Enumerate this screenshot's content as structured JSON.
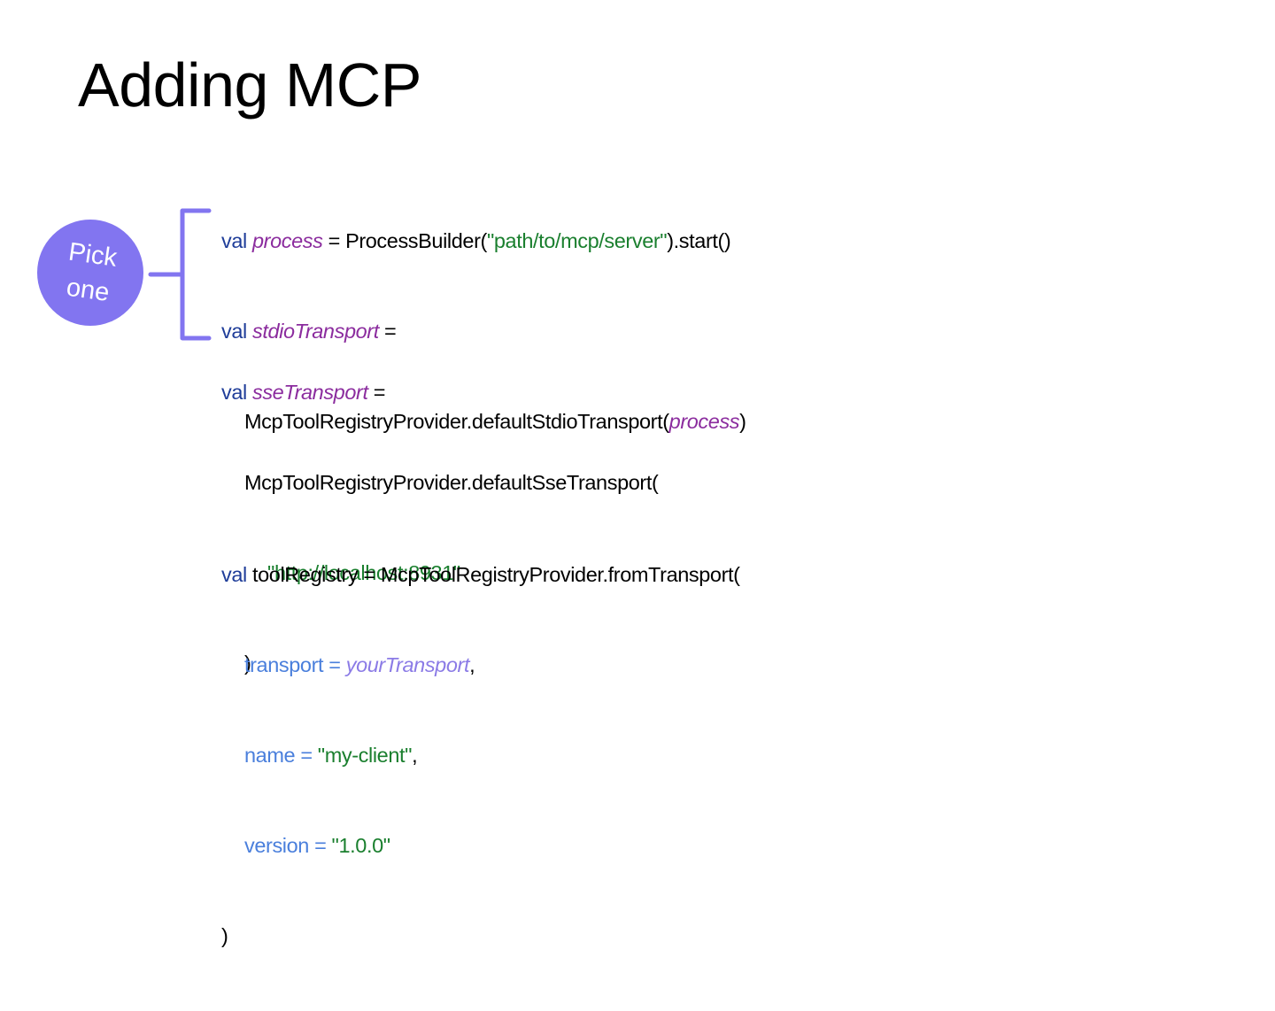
{
  "slide": {
    "title": "Adding MCP",
    "badge": {
      "line1": "Pick",
      "line2": "one",
      "color": "#8275f0"
    }
  },
  "code": {
    "stdio": {
      "line1": {
        "kw": "val",
        "var": "process",
        "eq": " = ProcessBuilder(",
        "str": "\"path/to/mcp/server\"",
        "tail": ").start()"
      },
      "line2": {
        "kw": "val",
        "var": "stdioTransport",
        "eq": " ="
      },
      "line3": {
        "call": "McpToolRegistryProvider.defaultStdioTransport(",
        "arg": "process",
        "close": ")"
      }
    },
    "sse": {
      "line1": {
        "kw": "val",
        "var": "sseTransport",
        "eq": " ="
      },
      "line2": {
        "call": "McpToolRegistryProvider.defaultSseTransport("
      },
      "line3": {
        "str": "\"http://localhost:8931\""
      },
      "line4": {
        "close": ")"
      }
    },
    "registry": {
      "line1": {
        "kw": "val",
        "rest": " toolRegistry = McpToolRegistryProvider.fromTransport("
      },
      "line2": {
        "param": "transport = ",
        "pvar": "yourTransport",
        "comma": ","
      },
      "line3": {
        "param": "name = ",
        "str": "\"my-client\"",
        "comma": ","
      },
      "line4": {
        "param": "version = ",
        "str": "\"1.0.0\""
      },
      "line5": {
        "close": ")"
      }
    }
  },
  "colors": {
    "keyword": "#1f3d99",
    "variable": "#8b2c9e",
    "string": "#1a7f2e",
    "parameter": "#4a7fdc",
    "bracket": "#8275f0"
  }
}
